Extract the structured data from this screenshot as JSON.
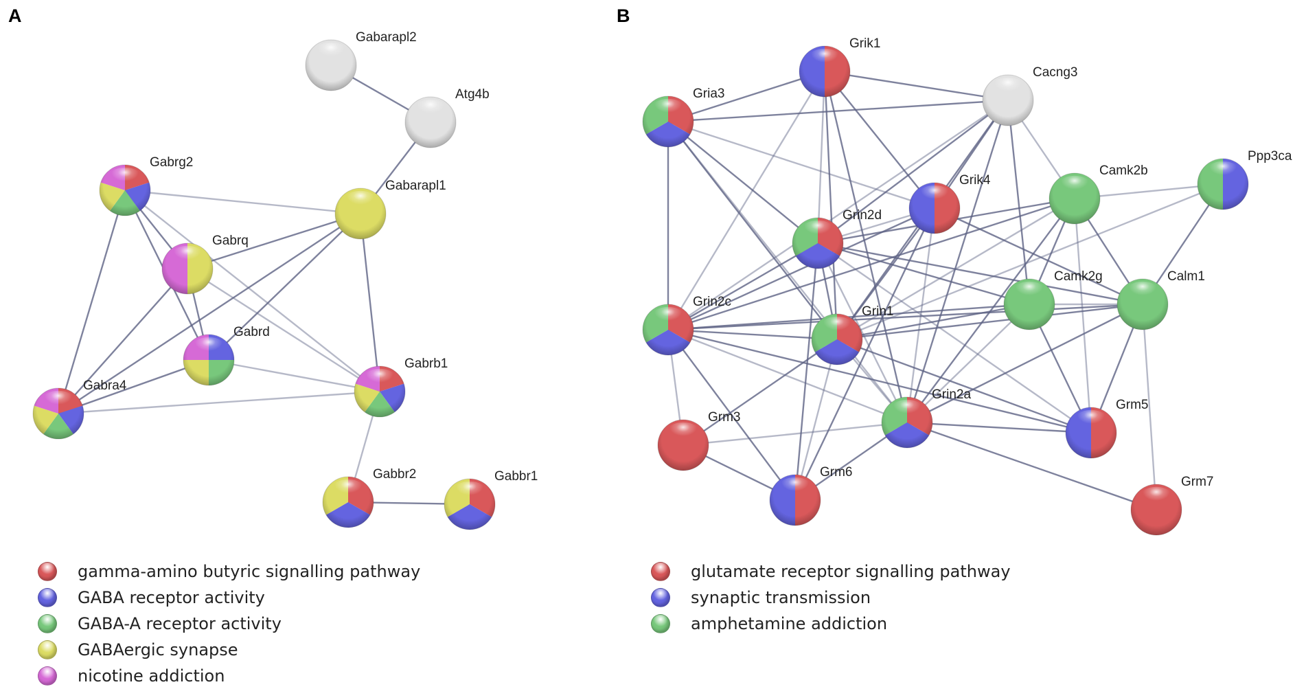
{
  "colors": {
    "red": "#d9585a",
    "blue": "#6464e0",
    "green": "#78c87c",
    "yellow": "#dcdc64",
    "pink": "#d66ad6",
    "gray": "#e2e2e2",
    "edge": "#5e6384"
  },
  "panel_a": {
    "letter": "A",
    "nodes": [
      {
        "name": "Gabarapl2",
        "categories": []
      },
      {
        "name": "Atg4b",
        "categories": []
      },
      {
        "name": "Gabrg2",
        "categories": [
          "red",
          "blue",
          "green",
          "yellow",
          "pink"
        ]
      },
      {
        "name": "Gabarapl1",
        "categories": [
          "yellow"
        ]
      },
      {
        "name": "Gabrq",
        "categories": [
          "yellow",
          "pink"
        ]
      },
      {
        "name": "Gabrd",
        "categories": [
          "blue",
          "green",
          "yellow",
          "pink"
        ]
      },
      {
        "name": "Gabra4",
        "categories": [
          "red",
          "blue",
          "green",
          "yellow",
          "pink"
        ]
      },
      {
        "name": "Gabrb1",
        "categories": [
          "red",
          "blue",
          "green",
          "yellow",
          "pink"
        ]
      },
      {
        "name": "Gabbr2",
        "categories": [
          "red",
          "blue",
          "yellow"
        ]
      },
      {
        "name": "Gabbr1",
        "categories": [
          "red",
          "blue",
          "yellow"
        ]
      }
    ],
    "edges": [
      [
        "Gabarapl2",
        "Atg4b"
      ],
      [
        "Atg4b",
        "Gabarapl1"
      ],
      [
        "Gabrg2",
        "Gabarapl1"
      ],
      [
        "Gabrg2",
        "Gabrq"
      ],
      [
        "Gabrg2",
        "Gabrd"
      ],
      [
        "Gabrg2",
        "Gabrb1"
      ],
      [
        "Gabrg2",
        "Gabra4"
      ],
      [
        "Gabrq",
        "Gabarapl1"
      ],
      [
        "Gabrq",
        "Gabrb1"
      ],
      [
        "Gabrq",
        "Gabra4"
      ],
      [
        "Gabrq",
        "Gabrd"
      ],
      [
        "Gabrd",
        "Gabrb1"
      ],
      [
        "Gabrd",
        "Gabra4"
      ],
      [
        "Gabra4",
        "Gabarapl1"
      ],
      [
        "Gabra4",
        "Gabrb1"
      ],
      [
        "Gabrd",
        "Gabarapl1"
      ],
      [
        "Gabarapl1",
        "Gabrb1"
      ],
      [
        "Gabrb1",
        "Gabbr2"
      ],
      [
        "Gabbr2",
        "Gabbr1"
      ]
    ],
    "legend": [
      {
        "color": "red",
        "label": "gamma-amino butyric signalling pathway"
      },
      {
        "color": "blue",
        "label": "GABA receptor activity"
      },
      {
        "color": "green",
        "label": "GABA-A receptor activity"
      },
      {
        "color": "yellow",
        "label": "GABAergic synapse"
      },
      {
        "color": "pink",
        "label": "nicotine addiction"
      }
    ]
  },
  "panel_b": {
    "letter": "B",
    "nodes": [
      {
        "name": "Grik1",
        "categories": [
          "red",
          "blue"
        ]
      },
      {
        "name": "Cacng3",
        "categories": []
      },
      {
        "name": "Gria3",
        "categories": [
          "red",
          "blue",
          "green"
        ]
      },
      {
        "name": "Grik4",
        "categories": [
          "red",
          "blue"
        ]
      },
      {
        "name": "Camk2b",
        "categories": [
          "green"
        ]
      },
      {
        "name": "Ppp3ca",
        "categories": [
          "blue",
          "green"
        ]
      },
      {
        "name": "Grin2d",
        "categories": [
          "red",
          "blue",
          "green"
        ]
      },
      {
        "name": "Camk2g",
        "categories": [
          "green"
        ]
      },
      {
        "name": "Calm1",
        "categories": [
          "green"
        ]
      },
      {
        "name": "Grin2c",
        "categories": [
          "red",
          "blue",
          "green"
        ]
      },
      {
        "name": "Grin1",
        "categories": [
          "red",
          "blue",
          "green"
        ]
      },
      {
        "name": "Grin2a",
        "categories": [
          "red",
          "blue",
          "green"
        ]
      },
      {
        "name": "Grm5",
        "categories": [
          "red",
          "blue"
        ]
      },
      {
        "name": "Grm3",
        "categories": [
          "red"
        ]
      },
      {
        "name": "Grm6",
        "categories": [
          "red",
          "blue"
        ]
      },
      {
        "name": "Grm7",
        "categories": [
          "red"
        ]
      }
    ],
    "edges": [
      [
        "Gria3",
        "Grik1"
      ],
      [
        "Gria3",
        "Cacng3"
      ],
      [
        "Gria3",
        "Grik4"
      ],
      [
        "Gria3",
        "Grin2c"
      ],
      [
        "Gria3",
        "Grin1"
      ],
      [
        "Gria3",
        "Grin2a"
      ],
      [
        "Gria3",
        "Grin2d"
      ],
      [
        "Grik1",
        "Cacng3"
      ],
      [
        "Grik1",
        "Grin2d"
      ],
      [
        "Grik1",
        "Grin1"
      ],
      [
        "Grik1",
        "Grik4"
      ],
      [
        "Grik1",
        "Grin2c"
      ],
      [
        "Grik1",
        "Grin2a"
      ],
      [
        "Cacng3",
        "Grin2d"
      ],
      [
        "Cacng3",
        "Grin2c"
      ],
      [
        "Cacng3",
        "Grin1"
      ],
      [
        "Cacng3",
        "Grin2a"
      ],
      [
        "Cacng3",
        "Camk2b"
      ],
      [
        "Cacng3",
        "Camk2g"
      ],
      [
        "Cacng3",
        "Grik4"
      ],
      [
        "Grik4",
        "Grin2d"
      ],
      [
        "Grik4",
        "Grin2c"
      ],
      [
        "Grik4",
        "Grin1"
      ],
      [
        "Grik4",
        "Grin2a"
      ],
      [
        "Grik4",
        "Calm1"
      ],
      [
        "Grik4",
        "Grm6"
      ],
      [
        "Camk2b",
        "Ppp3ca"
      ],
      [
        "Camk2b",
        "Grin2d"
      ],
      [
        "Camk2b",
        "Grin2c"
      ],
      [
        "Camk2b",
        "Grin1"
      ],
      [
        "Camk2b",
        "Camk2g"
      ],
      [
        "Camk2b",
        "Calm1"
      ],
      [
        "Camk2b",
        "Grm5"
      ],
      [
        "Camk2b",
        "Grin2a"
      ],
      [
        "Ppp3ca",
        "Calm1"
      ],
      [
        "Ppp3ca",
        "Grin1"
      ],
      [
        "Grin2d",
        "Grin2c"
      ],
      [
        "Grin2d",
        "Grin1"
      ],
      [
        "Grin2d",
        "Grin2a"
      ],
      [
        "Grin2d",
        "Camk2g"
      ],
      [
        "Grin2d",
        "Calm1"
      ],
      [
        "Grin2d",
        "Grm5"
      ],
      [
        "Grin2d",
        "Grm6"
      ],
      [
        "Grin2c",
        "Grin1"
      ],
      [
        "Grin2c",
        "Grin2a"
      ],
      [
        "Grin2c",
        "Camk2g"
      ],
      [
        "Grin2c",
        "Calm1"
      ],
      [
        "Grin2c",
        "Grm3"
      ],
      [
        "Grin2c",
        "Grm6"
      ],
      [
        "Grin2c",
        "Grm5"
      ],
      [
        "Grin1",
        "Grin2a"
      ],
      [
        "Grin1",
        "Camk2g"
      ],
      [
        "Grin1",
        "Calm1"
      ],
      [
        "Grin1",
        "Grm6"
      ],
      [
        "Grin1",
        "Grm5"
      ],
      [
        "Grin1",
        "Grm3"
      ],
      [
        "Grin2a",
        "Camk2g"
      ],
      [
        "Grin2a",
        "Calm1"
      ],
      [
        "Grin2a",
        "Grm5"
      ],
      [
        "Grin2a",
        "Grm3"
      ],
      [
        "Grin2a",
        "Grm6"
      ],
      [
        "Grin2a",
        "Grm7"
      ],
      [
        "Camk2g",
        "Calm1"
      ],
      [
        "Camk2g",
        "Grm5"
      ],
      [
        "Calm1",
        "Grm5"
      ],
      [
        "Calm1",
        "Grm7"
      ],
      [
        "Grm3",
        "Grm6"
      ]
    ],
    "legend": [
      {
        "color": "red",
        "label": "glutamate receptor signalling pathway"
      },
      {
        "color": "blue",
        "label": "synaptic transmission"
      },
      {
        "color": "green",
        "label": "amphetamine addiction"
      }
    ]
  }
}
